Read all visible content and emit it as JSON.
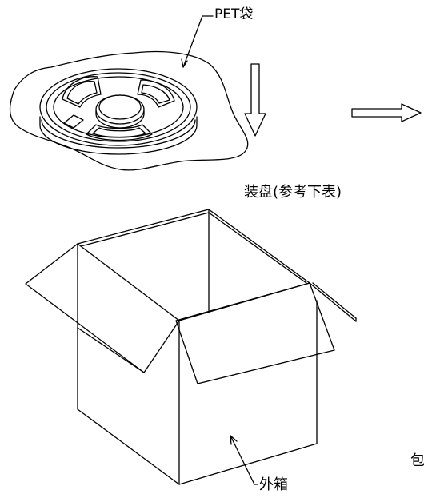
{
  "labels": {
    "pet_bag": "PET袋",
    "reel_pack": "装盘(参考下表)",
    "outer_box": "外箱",
    "cut_off_text": "包"
  },
  "colors": {
    "line": "#000000",
    "background": "#ffffff"
  },
  "icons": {
    "down_arrow": "down-arrow-icon",
    "right_arrow": "right-arrow-icon"
  }
}
